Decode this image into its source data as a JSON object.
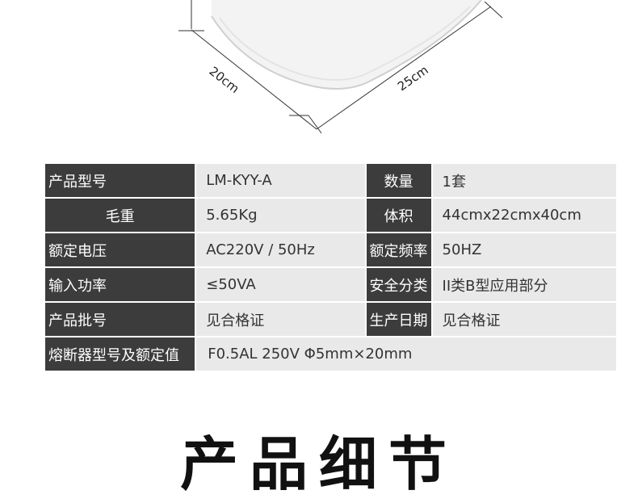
{
  "illustration": {
    "depth_label": "20cm",
    "width_label": "25cm"
  },
  "specs": {
    "rows": [
      {
        "label1": "产品型号",
        "value1": "LM-KYY-A",
        "label2": "数量",
        "value2": "1套"
      },
      {
        "label1": "毛重",
        "value1": "5.65Kg",
        "label2": "体积",
        "value2": "44cmx22cmx40cm"
      },
      {
        "label1": "额定电压",
        "value1": "AC220V / 50Hz",
        "label2": "额定频率",
        "value2": "50HZ"
      },
      {
        "label1": "输入功率",
        "value1": "≤50VA",
        "label2": "安全分类",
        "value2": "II类B型应用部分"
      },
      {
        "label1": "产品批号",
        "value1": "见合格证",
        "label2": "生产日期",
        "value2": "见合格证"
      }
    ],
    "fuse": {
      "label": "熔断器型号及额定值",
      "value": "F0.5AL 250V  Φ5mm×20mm"
    }
  },
  "heading": "产品细节"
}
